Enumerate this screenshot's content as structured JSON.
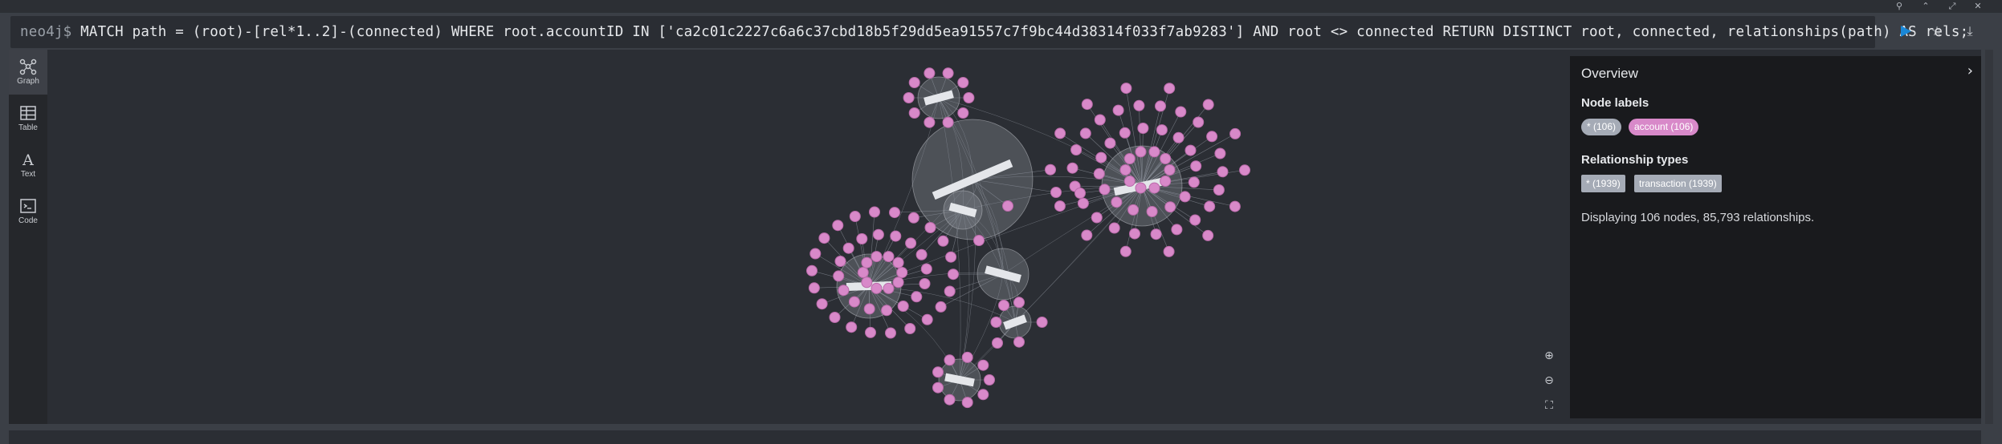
{
  "editor": {
    "prompt": "neo4j$",
    "query": "MATCH path = (root)-[rel*1..2]-(connected) WHERE root.accountID IN ['ca2c01c2227c6a6c37cbd18b5f29dd5ea91557c7f9bc44d38314f033f7ab9283'] AND root <> connected RETURN DISTINCT root, connected, relationships(path) AS rels;"
  },
  "window_controls": [
    "pin-icon",
    "collapse-icon",
    "maximize-icon",
    "close-icon"
  ],
  "toolbar": {
    "run_icon": "play-icon",
    "favorite_icon": "star-icon",
    "download_icon": "download-icon"
  },
  "rail": [
    {
      "label": "Graph",
      "icon": "graph-icon",
      "active": true
    },
    {
      "label": "Table",
      "icon": "table-icon",
      "active": false
    },
    {
      "label": "Text",
      "icon": "text-icon",
      "active": false
    },
    {
      "label": "Code",
      "icon": "code-icon",
      "active": false
    }
  ],
  "overview": {
    "title": "Overview",
    "node_labels_heading": "Node labels",
    "node_labels": [
      {
        "text": "* (106)",
        "color": "#a5abb6"
      },
      {
        "text": "account (106)",
        "color": "#d889c9"
      }
    ],
    "relationship_types_heading": "Relationship types",
    "relationship_types": [
      {
        "text": "* (1939)",
        "color": "#a5abb6"
      },
      {
        "text": "transaction (1939)",
        "color": "#a5abb6"
      }
    ],
    "display_text": "Displaying 106 nodes, 85,793 relationships."
  },
  "zoom_controls": [
    "zoom-in-icon",
    "zoom-out-icon",
    "fit-icon"
  ],
  "colors": {
    "node": "#d889c9",
    "relationship": "#a5abb6",
    "run_button": "#1a88d8",
    "background": "#2b2e34"
  }
}
